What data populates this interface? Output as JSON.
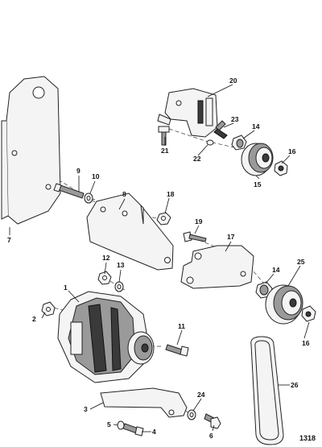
{
  "callouts": {
    "c1": "1",
    "c2": "2",
    "c3": "3",
    "c4": "4",
    "c5": "5",
    "c6": "6",
    "c7": "7",
    "c8": "8",
    "c9": "9",
    "c10": "10",
    "c11": "11",
    "c12": "12",
    "c13": "13",
    "c14a": "14",
    "c14b": "14",
    "c15": "15",
    "c16a": "16",
    "c16b": "16",
    "c17": "17",
    "c18": "18",
    "c19": "19",
    "c20": "20",
    "c21": "21",
    "c22": "22",
    "c23": "23",
    "c24": "24",
    "c25": "25",
    "c26": "26"
  },
  "figure_number": "1318"
}
